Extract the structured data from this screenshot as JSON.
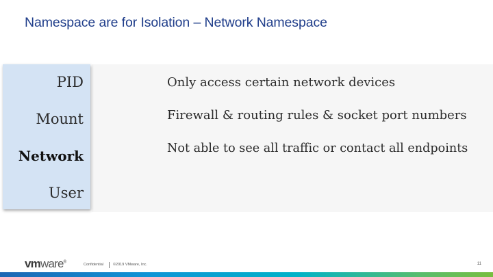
{
  "slide": {
    "title": "Namespace are for Isolation – Network Namespace"
  },
  "nav": {
    "items": [
      {
        "label": "PID",
        "active": false
      },
      {
        "label": "Mount",
        "active": false
      },
      {
        "label": "Network",
        "active": true
      },
      {
        "label": "User",
        "active": false
      }
    ]
  },
  "bullets": [
    "Only access certain network devices",
    "Firewall & routing rules &  socket port numbers",
    "Not able to see all traffic or contact all endpoints"
  ],
  "footer": {
    "logo_bold": "vm",
    "logo_light": "ware",
    "logo_mark": "®",
    "confidential": "Confidential",
    "copyright": "©2019 VMware, Inc.",
    "page_number": "11"
  },
  "colors": {
    "title": "#1f3d8a",
    "nav_background": "#d4e3f4",
    "content_background": "#f6f6f6",
    "gradient_start": "#1d66b3",
    "gradient_end": "#78be3f"
  }
}
